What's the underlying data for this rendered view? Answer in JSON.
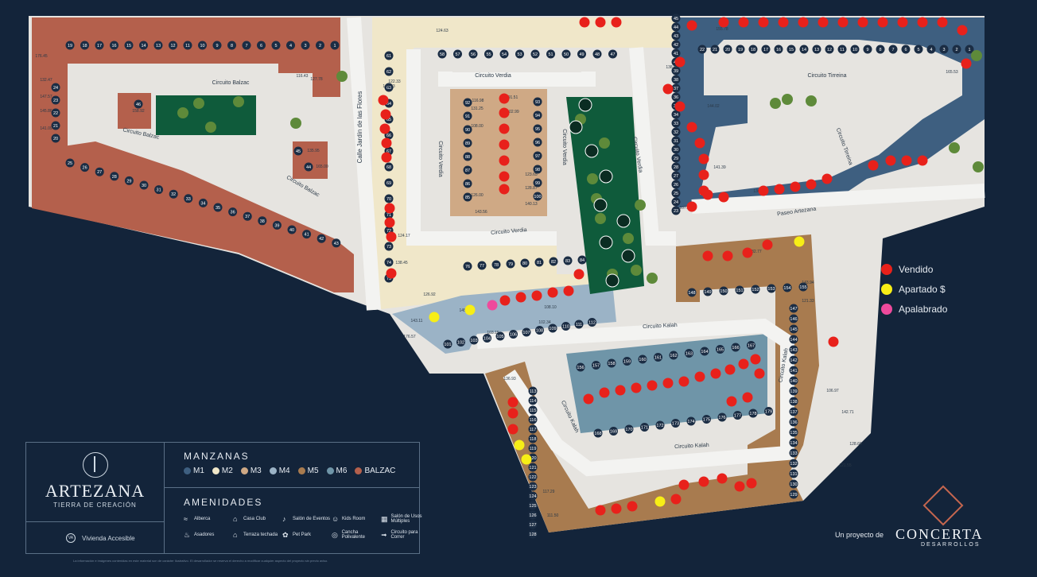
{
  "streets": {
    "balzac_1": "Circuito Balzac",
    "balzac_2": "Circuito Balzac",
    "balzac_3": "Circuito Balzac",
    "jardin": "Calle Jardín de las Flores",
    "verdia_1": "Circuito Verdia",
    "verdia_2": "Circuito Verdia",
    "verdia_3": "Circuito Verdia",
    "verdia_4": "Circuito Verdia",
    "verdia_5": "Circuito Verdia",
    "tirreina_1": "Circuito Tirreina",
    "tirreina_2": "Circuito Tirreina",
    "artezana": "Paseo Artezana",
    "kalah_1": "Circuito Kalah",
    "kalah_2": "Circuito Kalah",
    "kalah_3": "Circuito Kalah",
    "kalah_4": "Circuito Kalah"
  },
  "legend_status": [
    {
      "label": "Vendido",
      "color": "#e8211b"
    },
    {
      "label": "Apartado $",
      "color": "#f7ee16"
    },
    {
      "label": "Apalabrado",
      "color": "#ee4a9c"
    }
  ],
  "brand": {
    "name": "ARTEZANA",
    "tagline": "TIERRA DE CREACIÓN",
    "accessible_label": "Vivienda Accesible",
    "accessible_badge": "VA"
  },
  "manzanas": {
    "title": "MANZANAS",
    "items": [
      {
        "label": "M1",
        "color": "#3e5f80"
      },
      {
        "label": "M2",
        "color": "#f0e7c9"
      },
      {
        "label": "M3",
        "color": "#cfa985"
      },
      {
        "label": "M4",
        "color": "#9bb3c6"
      },
      {
        "label": "M5",
        "color": "#a87b4f"
      },
      {
        "label": "M6",
        "color": "#6f95a8"
      },
      {
        "label": "BALZAC",
        "color": "#b4604c"
      }
    ]
  },
  "amenidades": {
    "title": "AMENIDADES",
    "items": [
      {
        "label": "Alberca",
        "icon": "pool-icon"
      },
      {
        "label": "Casa Club",
        "icon": "clubhouse-icon"
      },
      {
        "label": "Salón de Eventos",
        "icon": "events-hall-icon"
      },
      {
        "label": "Kids Room",
        "icon": "kids-room-icon"
      },
      {
        "label": "Salón de Usos Múltiples",
        "icon": "multipurpose-room-icon"
      },
      {
        "label": "Asadores",
        "icon": "grill-icon"
      },
      {
        "label": "Terraza techada",
        "icon": "covered-terrace-icon"
      },
      {
        "label": "Pet Park",
        "icon": "pet-park-icon"
      },
      {
        "label": "Cancha Polivalente",
        "icon": "multi-court-icon"
      },
      {
        "label": "Circuito para Correr",
        "icon": "running-track-icon"
      }
    ]
  },
  "developer": {
    "prefix": "Un proyecto de",
    "name": "CONCERTA",
    "subtitle": "DESARROLLOS"
  },
  "disclaimer": "La información e imágenes contenidas en este material son de carácter ilustrativo. El desarrollador se reserva el derecho a modificar cualquier aspecto del proyecto sin previo aviso.",
  "lots": {
    "balzac_top": [
      "19",
      "18",
      "17",
      "16",
      "15",
      "14",
      "13",
      "12",
      "11",
      "10",
      "9",
      "8",
      "7",
      "6",
      "5",
      "4",
      "3",
      "2",
      "1"
    ],
    "balzac_bottom": [
      "25",
      "26",
      "27",
      "28",
      "29",
      "30",
      "31",
      "32",
      "33",
      "34",
      "35",
      "36",
      "37",
      "38",
      "39",
      "40",
      "41",
      "42",
      "43"
    ],
    "balzac_center": [
      "46",
      "45",
      "44"
    ],
    "balzac_left": [
      "24",
      "23",
      "22",
      "21",
      "20"
    ],
    "m2_left": [
      "61",
      "62",
      "63",
      "64",
      "65",
      "66",
      "67",
      "68",
      "69",
      "70",
      "71",
      "72",
      "73",
      "74",
      "75"
    ],
    "m2_top": [
      "58",
      "57",
      "56",
      "55",
      "54",
      "53",
      "52",
      "51",
      "50",
      "49",
      "48",
      "47"
    ],
    "m2_bottom": [
      "76",
      "77",
      "78",
      "79",
      "80",
      "81",
      "82",
      "83",
      "84"
    ],
    "m3": [
      "85",
      "86",
      "87",
      "88",
      "89",
      "90",
      "91",
      "92",
      "93",
      "94",
      "95",
      "96",
      "97",
      "98",
      "99",
      "100"
    ],
    "m1_col": [
      "23",
      "24",
      "25",
      "26",
      "27",
      "28",
      "29",
      "30",
      "31",
      "32",
      "33",
      "34",
      "35",
      "36",
      "37",
      "38",
      "39",
      "40",
      "41",
      "42",
      "43",
      "44",
      "45"
    ],
    "m1_top": [
      "22",
      "21",
      "20",
      "19",
      "18",
      "17",
      "16",
      "15",
      "14",
      "13",
      "12",
      "11",
      "10",
      "9",
      "8",
      "7",
      "6",
      "5",
      "4",
      "3",
      "2",
      "1"
    ],
    "m4": [
      "101",
      "102",
      "103",
      "104",
      "105",
      "106",
      "107",
      "108",
      "109",
      "110",
      "111",
      "112"
    ],
    "m5_right": [
      "147",
      "146",
      "145",
      "144",
      "143",
      "142",
      "141",
      "140",
      "139",
      "138",
      "137",
      "136",
      "135",
      "134",
      "133",
      "132",
      "131",
      "130",
      "129"
    ],
    "m5_top": [
      "148",
      "149",
      "150",
      "151",
      "152",
      "153",
      "154",
      "155"
    ],
    "m5_left": [
      "113",
      "114",
      "115",
      "116",
      "117",
      "118",
      "119",
      "120",
      "121",
      "122",
      "123",
      "124",
      "125",
      "126",
      "127",
      "128"
    ],
    "m6_top": [
      "156",
      "157",
      "158",
      "159",
      "160",
      "161",
      "162",
      "163",
      "164",
      "165",
      "166",
      "167"
    ],
    "m6_bottom": [
      "168",
      "169",
      "170",
      "171",
      "172",
      "173",
      "174",
      "175",
      "176",
      "177",
      "178",
      "179"
    ]
  },
  "areas": [
    "132.47",
    "147.57",
    "145.86",
    "141.09",
    "176.45",
    "158.92",
    "116.43",
    "127.78",
    "135.95",
    "165.00",
    "148.63",
    "122.33",
    "138.45",
    "124.17",
    "126.92",
    "131.25",
    "124.63",
    "108.00",
    "126.00",
    "143.56",
    "116.98",
    "91.51",
    "102.99",
    "140.13",
    "123.65",
    "128.87",
    "138.60",
    "141.39",
    "130.80",
    "107.82",
    "165.53",
    "155.78",
    "144.02",
    "142.71",
    "143.94",
    "128.68",
    "121.55",
    "136.93",
    "111.50",
    "117.29",
    "132.77",
    "121.33",
    "106.97",
    "176.57",
    "143.11",
    "145.11",
    "108.10",
    "102.34",
    "103.15"
  ]
}
